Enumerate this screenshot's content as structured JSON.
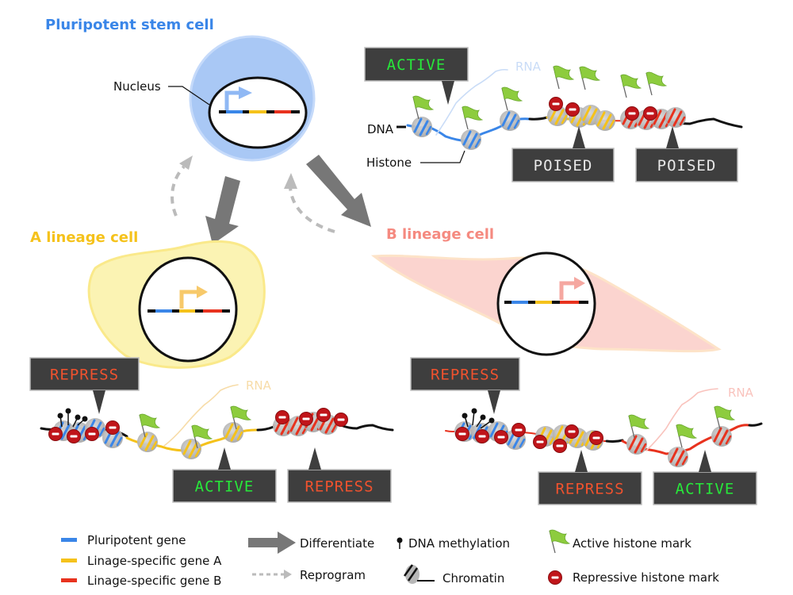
{
  "colors": {
    "pluripotent": "#3a86e8",
    "gene_a": "#f5c21b",
    "gene_b": "#e8321e",
    "stem_cell_fill": "#a9c8f5",
    "a_cell_fill": "#fbf3b3",
    "b_cell_fill": "#fbd4cf",
    "label_box": "#3e3e3e",
    "active_text": "#27e83a",
    "repress_text": "#f0522e",
    "poised_text": "#e8e8e8",
    "flag": "#8dcc3e",
    "repress_mark": "#c0151a",
    "arrow_gray": "#777777",
    "reprogram_gray": "#bbbbbb",
    "histone": "#b5b5b5"
  },
  "titles": {
    "stem_cell": "Pluripotent stem cell",
    "a_lineage": "A lineage cell",
    "b_lineage": "B lineage cell"
  },
  "annotations": {
    "nucleus": "Nucleus",
    "dna": "DNA",
    "histone": "Histone",
    "rna": "RNA"
  },
  "status_labels": {
    "stem": [
      "ACTIVE",
      "POISED",
      "POISED"
    ],
    "a_lineage": [
      "REPRESS",
      "ACTIVE",
      "REPRESS"
    ],
    "b_lineage": [
      "REPRESS",
      "REPRESS",
      "ACTIVE"
    ]
  },
  "legend": {
    "genes": [
      "Pluripotent gene",
      "Linage-specific gene A",
      "Linage-specific gene B"
    ],
    "differentiate": "Differentiate",
    "reprogram": "Reprogram",
    "dna_methylation": "DNA methylation",
    "chromatin": "Chromatin",
    "active_mark": "Active histone mark",
    "repressive_mark": "Repressive histone mark"
  }
}
